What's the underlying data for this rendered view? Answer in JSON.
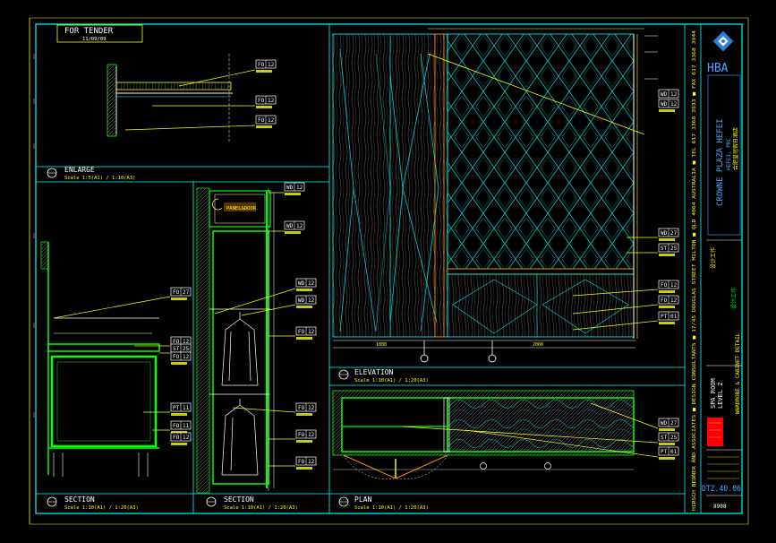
{
  "tender": {
    "title": "FOR TENDER",
    "date": "11/09/09"
  },
  "views": {
    "enlarge": {
      "num": "-",
      "title": "ENLARGE",
      "scale": "Scale 1:5(A1) / 1:10(A3)"
    },
    "elevation": {
      "num": "-",
      "title": "ELEVATION",
      "scale": "Scale 1:10(A1) / 1:20(A3)"
    },
    "section1": {
      "num": "-",
      "title": "SECTION",
      "scale": "Scale 1:10(A1) / 1:20(A3)"
    },
    "section2": {
      "num": "-",
      "title": "SECTION",
      "scale": "Scale 1:10(A1) / 1:20(A3)"
    },
    "plan": {
      "num": "-",
      "title": "PLAN",
      "scale": "Scale 1:10(A1) / 1:20(A3)"
    }
  },
  "tags": {
    "enlarge": [
      "FO|12",
      "FO|12",
      "FO|12"
    ],
    "elevation": [
      "WD|12",
      "WD|12",
      "WD|27",
      "ST|25",
      "FO|12",
      "FO|12",
      "PT|01"
    ],
    "section1": [
      "FO|27",
      "FO|12",
      "ST|25",
      "FO|12",
      "PT|11",
      "FO|11",
      "FO|12"
    ],
    "section2": [
      "WD|12",
      "WD|12",
      "WD|12",
      "WD|12",
      "FO|12",
      "FO|12",
      "FO|12",
      "FO|12"
    ],
    "plan": [
      "WD|27",
      "ST|25",
      "PT|01"
    ]
  },
  "labels": {
    "panel_mark": "PANEL&DOOR"
  },
  "dims": {
    "elev_a": "1000",
    "elev_b": "2000"
  },
  "firm_strip": "HIRSCH BEDNER AND ASSOCIATES  ■  DESIGN CONSULTANTS  ■  17/45 DOUGLAS STREET MILTON  ■  QLD 4064 AUSTRALIA  ■  TEL 617 3368 3933  ■  FAX 617 3368 3944",
  "logo": {
    "name": "HBA"
  },
  "project": {
    "name": "CROWNE PLAZA HEFEI",
    "sub1": "HEFEI, PRC",
    "sub2": "合肥皇冠假日酒店"
  },
  "title_block": {
    "cn_label": "设计工作",
    "room": "SPA ROOM",
    "level": "LEVEL 2",
    "desc": "WARDROBE & CABINET DETAIL",
    "drawing_no": "DTZ.40.06",
    "job_no": "8908"
  },
  "colors": {
    "frame": "#00ffff",
    "struct": "#00ff00",
    "tag": "#ffff00",
    "pattern": "#00cccc",
    "accent": "#ff8c00",
    "red": "#ff0000"
  }
}
